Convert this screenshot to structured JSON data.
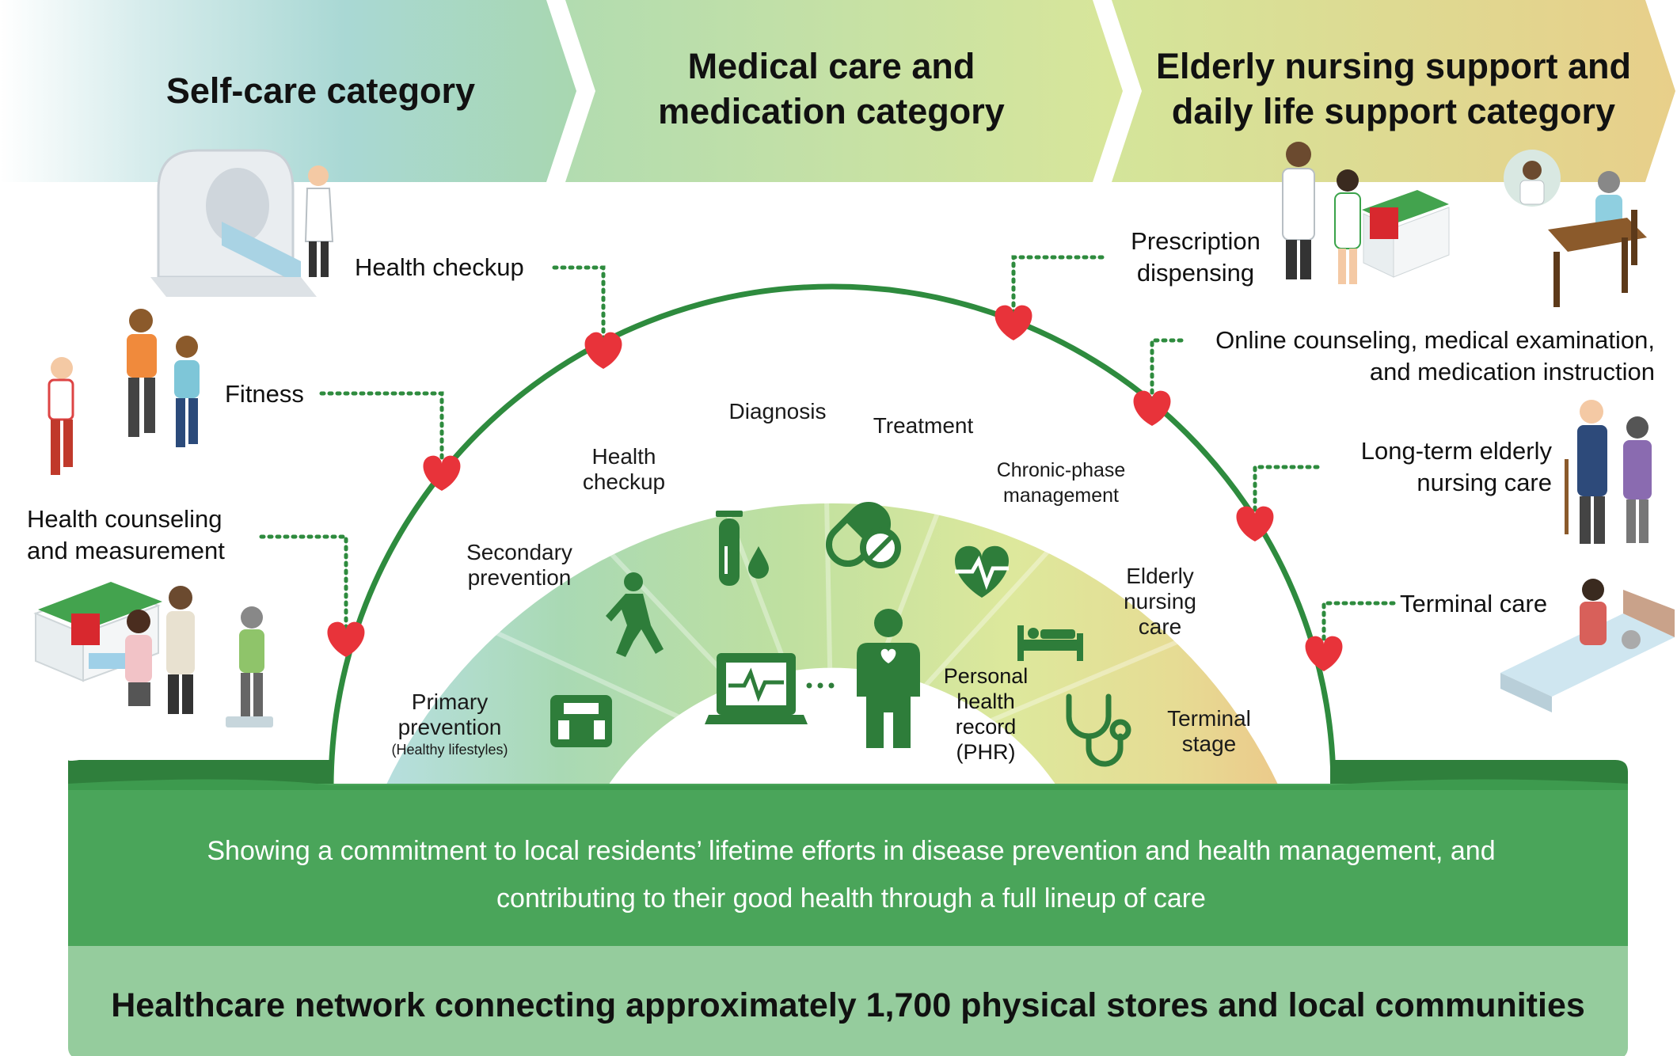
{
  "header": {
    "categories": [
      {
        "title": "Self-care category"
      },
      {
        "title": "Medical care and medication category"
      },
      {
        "title": "Elderly nursing support and daily life support category"
      }
    ]
  },
  "left_services": {
    "health_checkup": "Health checkup",
    "fitness": "Fitness",
    "health_counseling": "Health counseling and measurement"
  },
  "right_services": {
    "prescription": "Prescription dispensing",
    "online": "Online counseling, medical examination, and medication instruction",
    "long_term": "Long-term elderly nursing care",
    "terminal": "Terminal care"
  },
  "stages": {
    "primary": "Primary prevention",
    "primary_sub": "(Healthy lifestyles)",
    "secondary": "Secondary prevention",
    "health_checkup": "Health checkup",
    "diagnosis": "Diagnosis",
    "treatment": "Treatment",
    "chronic": "Chronic-phase management",
    "elderly": "Elderly nursing care",
    "terminal": "Terminal stage"
  },
  "center": {
    "phr_label": "Personal health record (PHR)"
  },
  "icons": [
    "walking-icon",
    "test-tube-icon",
    "blood-drop-icon",
    "pill-icon",
    "heartbeat-icon",
    "bed-icon",
    "stethoscope-icon",
    "body-scale-icon",
    "monitor-icon",
    "person-icon"
  ],
  "banner": {
    "commitment": "Showing a commitment to local residents’ lifetime efforts in disease prevention and health management, and contributing to their good health through a full lineup of care",
    "network": "Healthcare network connecting approximately 1,700 physical stores and local communities"
  },
  "colors": {
    "dark_green": "#2e8b3e",
    "banner_green": "#4aa55a",
    "light_green_band": "#95cc9d",
    "heart_red": "#e8333a",
    "icon_green": "#2e7d3a"
  }
}
